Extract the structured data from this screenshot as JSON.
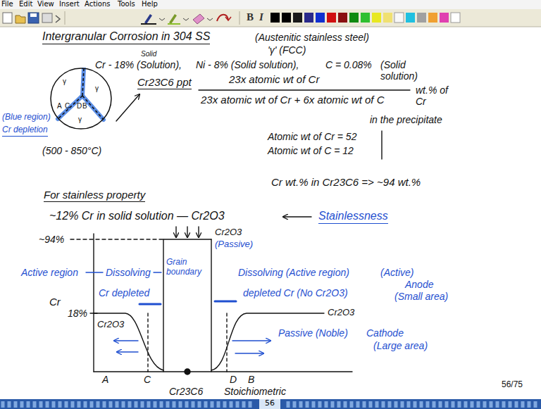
{
  "diagram": {
    "title": "Intergranular Corrosion in 304 SS",
    "nodes": [
      {
        "text": [
          "γ",
          "γ",
          "γ",
          "A",
          "C",
          "D",
          "B"
        ]
      }
    ],
    "labels": [
      "File",
      "Edit",
      "View",
      "Insert",
      "Actions",
      "Tools",
      "Help",
      "B",
      "I",
      "(Austenitic stainless steel)",
      "'γ' (FCC)",
      "Solid",
      "Cr - 18% (Solution),",
      "Ni - 8% (Solid solution),",
      "C = 0.08%",
      "(Solid solution)",
      "(Blue region)",
      "Cr depletion",
      "(500 - 850°C)",
      "Cr23C6 ppt",
      "23x atomic wt of Cr",
      "23x atomic wt of Cr + 6x atomic wt of C",
      "wt.% of Cr",
      "in the precipitate",
      "Atomic wt of Cr = 52",
      "Atomic wt of C = 12",
      "Cr wt.% in Cr23C6 => ~94 wt.%",
      "For stainless property",
      "~12% Cr in solid solution — Cr2O3",
      "Stainlessness",
      "Cr2O3",
      "(Passive)",
      "~94%",
      "Active region",
      "Dissolving",
      "Grain boundary",
      "Cr depleted",
      "Dissolving (Active region)",
      "(Active)",
      "Anode",
      "(Small area)",
      "depleted Cr (No Cr2O3)",
      "Cr",
      "18%",
      "Cr2O3",
      "Cr2O3",
      "Passive (Noble)",
      "Cathode",
      "(Large area)",
      "A",
      "C",
      "D",
      "B",
      "Cr23C6",
      "Stoichiometric",
      "56/75",
      "56"
    ]
  }
}
